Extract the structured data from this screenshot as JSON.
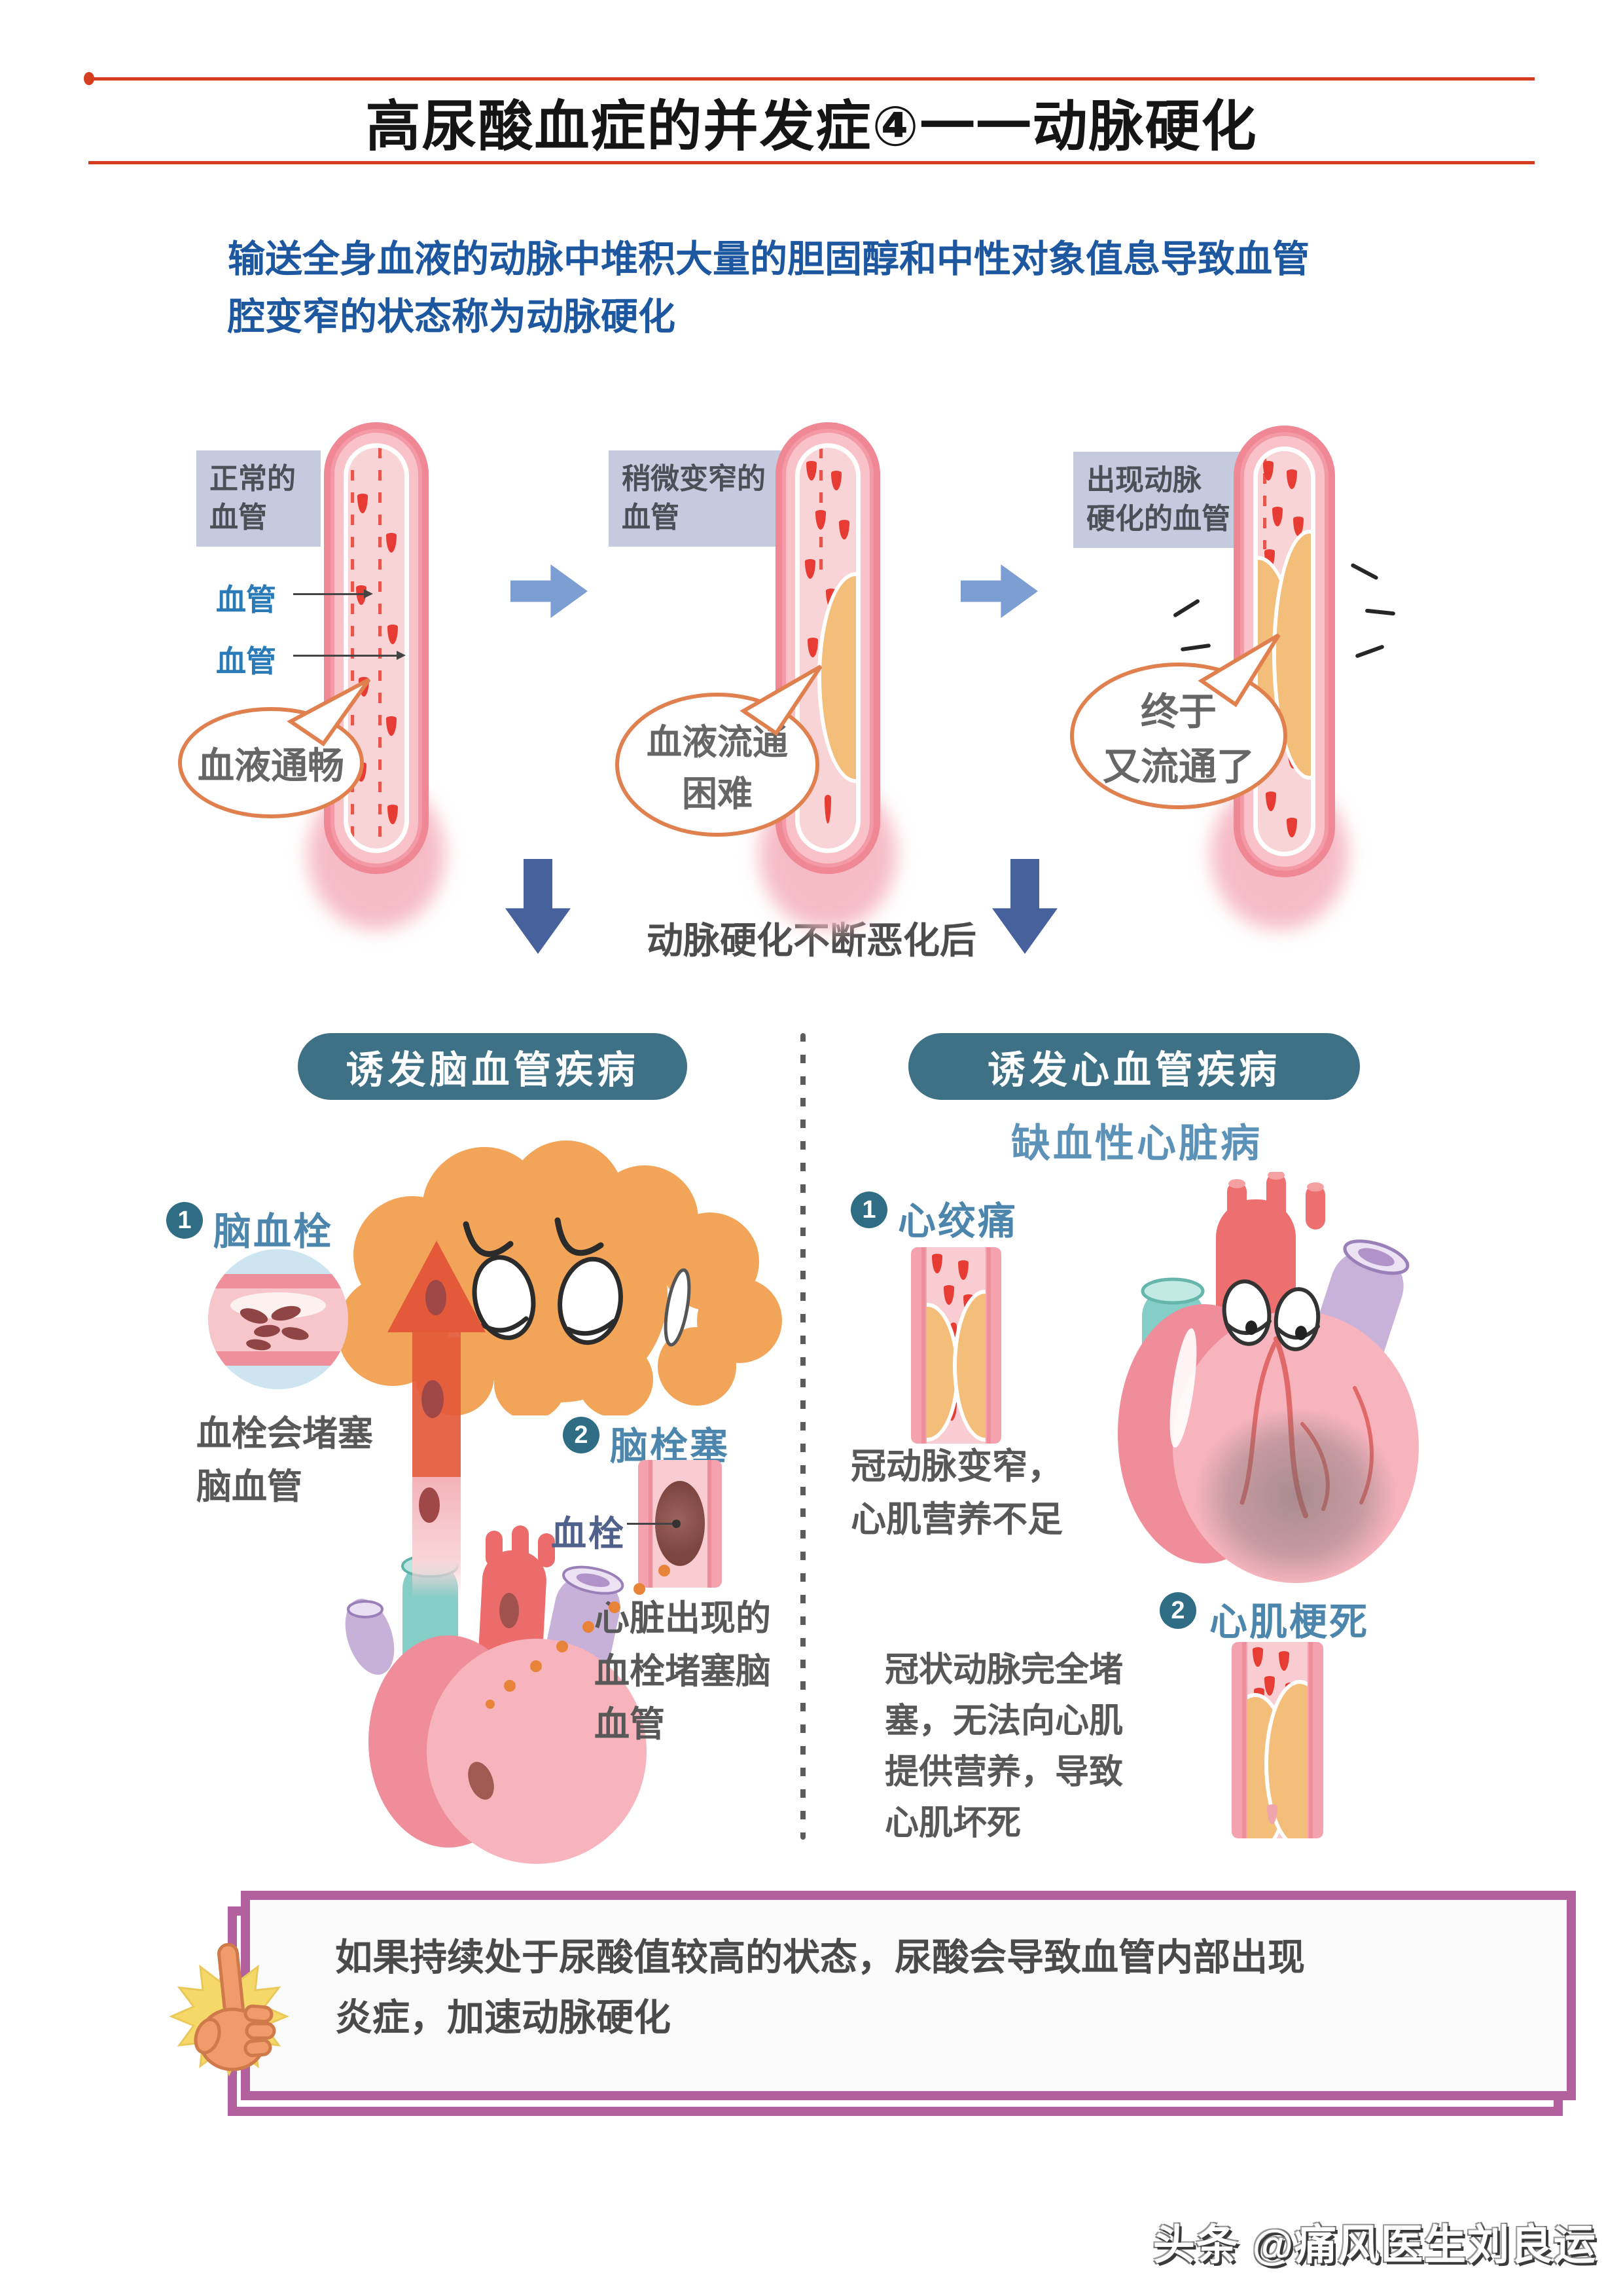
{
  "title": "高尿酸血症的并发症④一一动脉硬化",
  "intro": "输送全身血液的动脉中堆积大量的胆固醇和中性对象值息导致血管\n腔变窄的状态称为动脉硬化",
  "stages": [
    {
      "label": "正常的\n血管",
      "pointer1": "血管",
      "pointer2": "血管",
      "bubble": "血液通畅"
    },
    {
      "label": "稍微变窄的\n血管",
      "bubble": "血液流通\n困难"
    },
    {
      "label": "出现动脉\n硬化的血管",
      "bubble": "终于\n又流通了"
    }
  ],
  "worsen_note": "动脉硬化不断恶化后",
  "left_panel": {
    "header": "诱发脑血管疾病",
    "items": [
      {
        "num": "1",
        "name": "脑血栓",
        "caption": "血栓会堵塞\n脑血管"
      },
      {
        "num": "2",
        "name": "脑栓塞",
        "pointer": "血栓",
        "caption": "心脏出现的\n血栓堵塞脑\n血管"
      }
    ]
  },
  "right_panel": {
    "header": "诱发心血管疾病",
    "subtitle": "缺血性心脏病",
    "items": [
      {
        "num": "1",
        "name": "心绞痛",
        "caption": "冠动脉变窄，\n心肌营养不足"
      },
      {
        "num": "2",
        "name": "心肌梗死",
        "caption": "冠状动脉完全堵\n塞，无法向心肌\n提供营养，导致\n心肌坏死"
      }
    ]
  },
  "footer_note": "如果持续处于尿酸值较高的状态，尿酸会导致血管内部出现\n炎症，加速动脉硬化",
  "watermark": "头条 @痛风医生刘良运",
  "colors": {
    "accent_red": "#d43d20",
    "intro_blue": "#1d57a0",
    "panel_teal": "#3e7186",
    "item_label_blue": "#4d86ad",
    "bubble_orange": "#e0804f",
    "frame_purple": "#b2619e",
    "vessel_pink": "#f49aa6",
    "blood_red": "#e63c33",
    "plaque_yellow": "#f3bd7a",
    "arrow_blue": "#7d9ed2",
    "down_arrow_navy": "#47619c"
  }
}
